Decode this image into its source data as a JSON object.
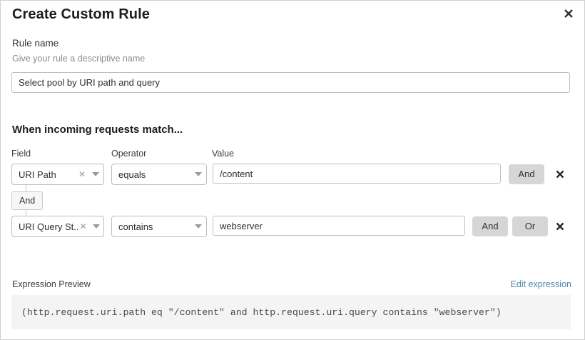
{
  "dialog": {
    "title": "Create Custom Rule",
    "close_icon": "close-icon"
  },
  "rule_name": {
    "label": "Rule name",
    "help": "Give your rule a descriptive name",
    "value": "Select pool by URI path and query",
    "placeholder": "Rule name"
  },
  "conditions_section": {
    "heading": "When incoming requests match...",
    "columns": {
      "field": "Field",
      "operator": "Operator",
      "value": "Value"
    },
    "connector": {
      "label": "And"
    },
    "rows": [
      {
        "field": "URI Path",
        "field_clear_icon": "clear-icon",
        "field_caret_icon": "chevron-down-icon",
        "operator": "equals",
        "operator_caret_icon": "chevron-down-icon",
        "value": "/content",
        "value_placeholder": "Value",
        "logic_buttons": [
          "And"
        ],
        "delete_icon": "close-icon"
      },
      {
        "field": "URI Query St...",
        "field_clear_icon": "clear-icon",
        "field_caret_icon": "chevron-down-icon",
        "operator": "contains",
        "operator_caret_icon": "chevron-down-icon",
        "value": "webserver",
        "value_placeholder": "Value",
        "logic_buttons": [
          "And",
          "Or"
        ],
        "delete_icon": "close-icon"
      }
    ]
  },
  "expression_preview": {
    "label": "Expression Preview",
    "edit_link": "Edit expression",
    "code": "(http.request.uri.path eq \"/content\" and http.request.uri.query contains \"webserver\")"
  },
  "colors": {
    "link": "#4a88b0",
    "logic_button_bg": "#d6d6d6",
    "code_bg": "#f4f4f4",
    "border": "#bdbdbd"
  }
}
